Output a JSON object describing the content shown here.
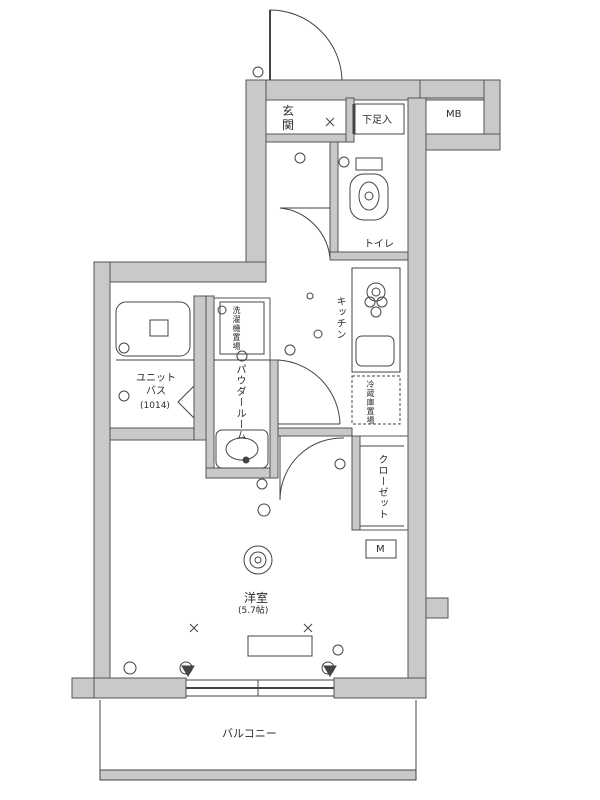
{
  "rooms": {
    "entrance": "玄\n関",
    "shoe_storage": "下足入",
    "meter_box": "MB",
    "toilet": "トイレ",
    "kitchen": "キッチン",
    "washer": "洗濯機置場",
    "bath": "ユニット\nバス",
    "bath_size": "(1014)",
    "powder_room": "パウダールーム",
    "fridge": "冷蔵庫置場",
    "closet": "クローゼット",
    "bedroom": "洋室",
    "bedroom_size": "(5.7帖)",
    "balcony": "バルコニー",
    "m_box": "M"
  },
  "colors": {
    "wall_fill": "#c9c9c9",
    "wall_line": "#555555",
    "fixture_line": "#444444"
  }
}
